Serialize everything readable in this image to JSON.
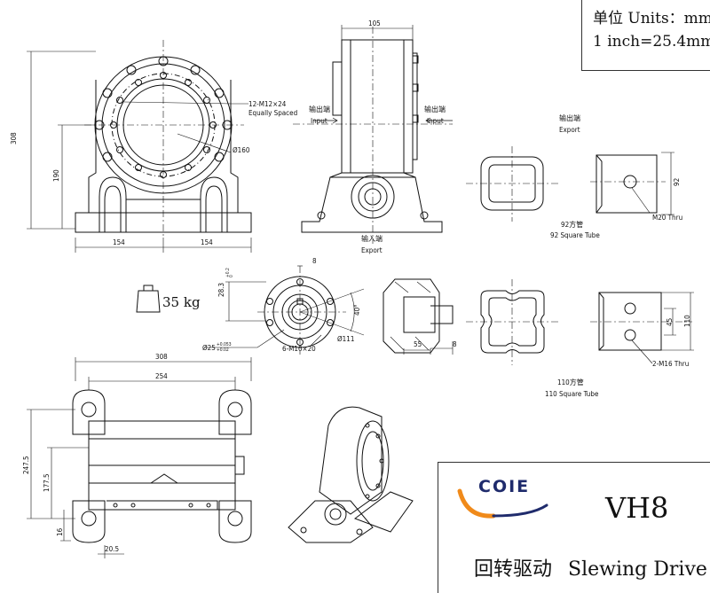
{
  "units": {
    "line1": "单位 Units：mm",
    "line2": "1 inch=25.4mm"
  },
  "title_block": {
    "logo_text": "COIE",
    "model": "VH8",
    "name_cn": "回转驱动",
    "name_en": "Slewing Drive"
  },
  "dims": {
    "d105": "105",
    "d308_left": "308",
    "d190": "190",
    "d154a": "154",
    "d154b": "154",
    "holes_12": "12-M12×24",
    "equally_spaced": "Equally Spaced",
    "d160": "Ø160",
    "d8_top": "8",
    "d28_3": "28.3",
    "tol_28": "+0.2",
    "tol_28b": "0",
    "d40": "40°",
    "d111": "Ø111",
    "d25": "Ø25",
    "tol25a": "+0.053",
    "tol25b": "+0.02",
    "holes_6": "6-M10×20",
    "d55": "55",
    "d8_b": "8",
    "d92": "92",
    "m20": "M20 Thru",
    "tube92_cn": "92方管",
    "tube92_en": "92 Square Tube",
    "d45": "45",
    "d110": "110",
    "m16": "2-M16 Thru",
    "tube110_cn": "110方管",
    "tube110_en": "110 Square Tube",
    "d308_bottom": "308",
    "d254": "254",
    "d247_5": "247.5",
    "d177_5": "177.5",
    "d16": "16",
    "d20_5": "20.5",
    "weight": "35 kg"
  },
  "port_labels": {
    "input_left_cn": "输出端",
    "input_left_en": "Input",
    "input_right_cn": "输出端",
    "input_right_en": "Input",
    "export_top_cn": "输出端",
    "export_top_en": "Export",
    "export_bottom_cn": "输入端",
    "export_bottom_en": "Export"
  },
  "colors": {
    "line": "#111111",
    "logo_orange": "#f08a1a",
    "logo_blue": "#1f2b6c"
  }
}
